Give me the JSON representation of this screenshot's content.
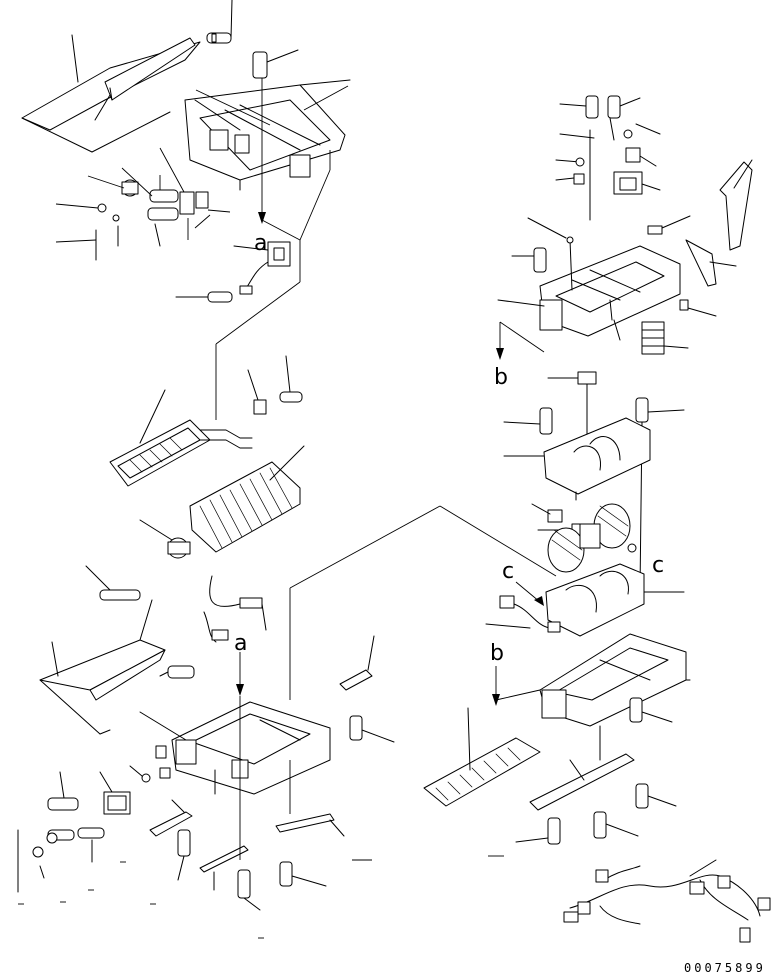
{
  "figure": {
    "callouts": [
      {
        "id": "a-upper",
        "text": "a"
      },
      {
        "id": "a-lower",
        "text": "a"
      },
      {
        "id": "b-upper",
        "text": "b"
      },
      {
        "id": "b-lower",
        "text": "b"
      },
      {
        "id": "c-left",
        "text": "c"
      },
      {
        "id": "c-right",
        "text": "c"
      }
    ],
    "document_number": "00075899"
  }
}
